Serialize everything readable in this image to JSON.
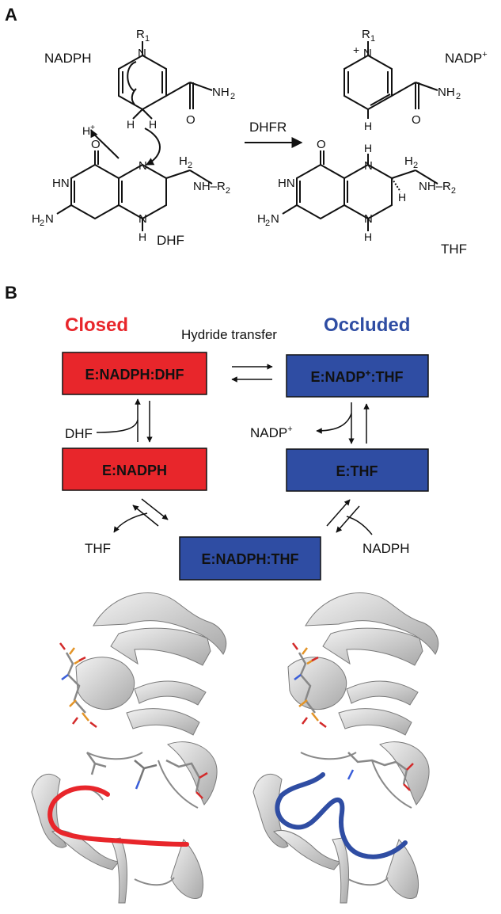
{
  "panel_a": {
    "label": "A",
    "nadph_label": "NADPH",
    "nadp_label": "NADP",
    "nadp_charge": "+",
    "dhf_label": "DHF",
    "thf_label": "THF",
    "enzyme_label": "DHFR",
    "proton_label": "H",
    "proton_charge": "+",
    "atoms": {
      "N": "N",
      "H": "H",
      "O": "O",
      "R": "R",
      "sub1": "1",
      "sub2": "2",
      "NH2": "NH",
      "H2N": "H",
      "HN": "HN",
      "NH_R2": "NH–R",
      "plus": "+",
      "H2": "H",
      "two": "2"
    }
  },
  "panel_b": {
    "label": "B",
    "closed_label": "Closed",
    "occluded_label": "Occluded",
    "hydride_label": "Hydride transfer",
    "states": {
      "e_nadph_dhf": "E:NADPH:DHF",
      "e_nadp_thf_prefix": "E:NADP",
      "e_nadp_thf_sup": "+",
      "e_nadp_thf_suffix": ":THF",
      "e_nadph": "E:NADPH",
      "e_thf": "E:THF",
      "e_nadph_thf": "E:NADPH:THF"
    },
    "ligands": {
      "dhf": "DHF",
      "nadp": "NADP",
      "nadp_sup": "+",
      "thf": "THF",
      "nadph": "NADPH"
    }
  },
  "colors": {
    "closed": "#e8262b",
    "occluded": "#2f4da3",
    "protein": "#d4d4d4",
    "ink": "#111111"
  }
}
